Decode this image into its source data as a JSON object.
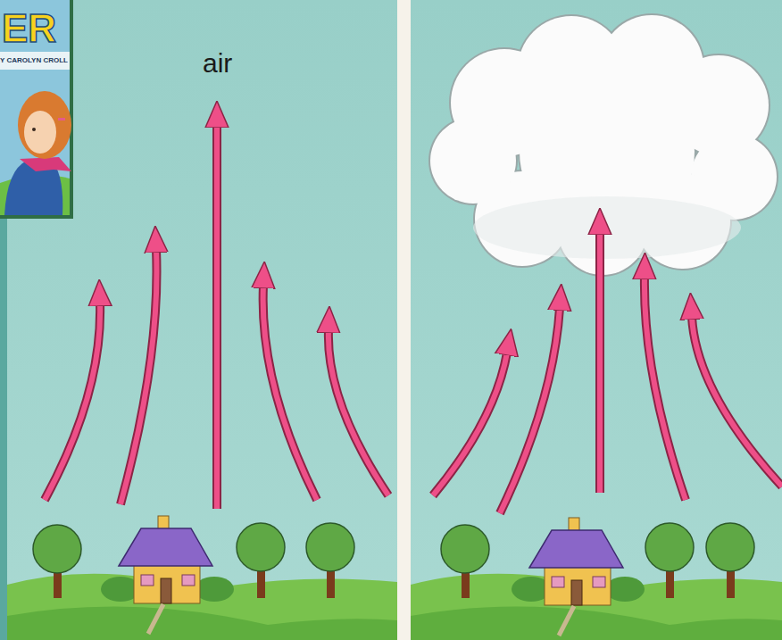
{
  "diagram": {
    "labels": [
      "ER",
      "Y CAROLYN CROLL",
      "air"
    ]
  }
}
